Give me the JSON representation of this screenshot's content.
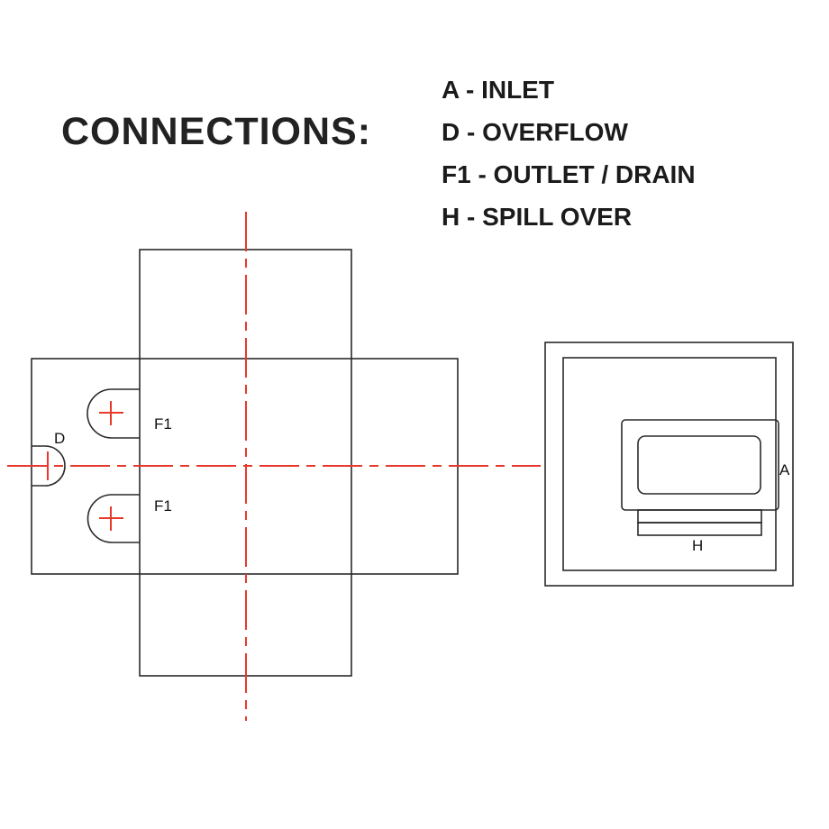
{
  "title": "CONNECTIONS:",
  "legend": {
    "items": [
      {
        "code": "A",
        "text": "A - INLET"
      },
      {
        "code": "D",
        "text": "D - OVERFLOW"
      },
      {
        "code": "F1",
        "text": "F1 - OUTLET / DRAIN"
      },
      {
        "code": "H",
        "text": "H - SPILL OVER"
      }
    ]
  },
  "drawing": {
    "labels": {
      "f1_top": "F1",
      "f1_bottom": "F1",
      "d": "D",
      "a": "A",
      "h": "H"
    }
  },
  "colors": {
    "line": "#2a2a2a",
    "centerline_red": "#e8392c",
    "background": "#ffffff"
  }
}
